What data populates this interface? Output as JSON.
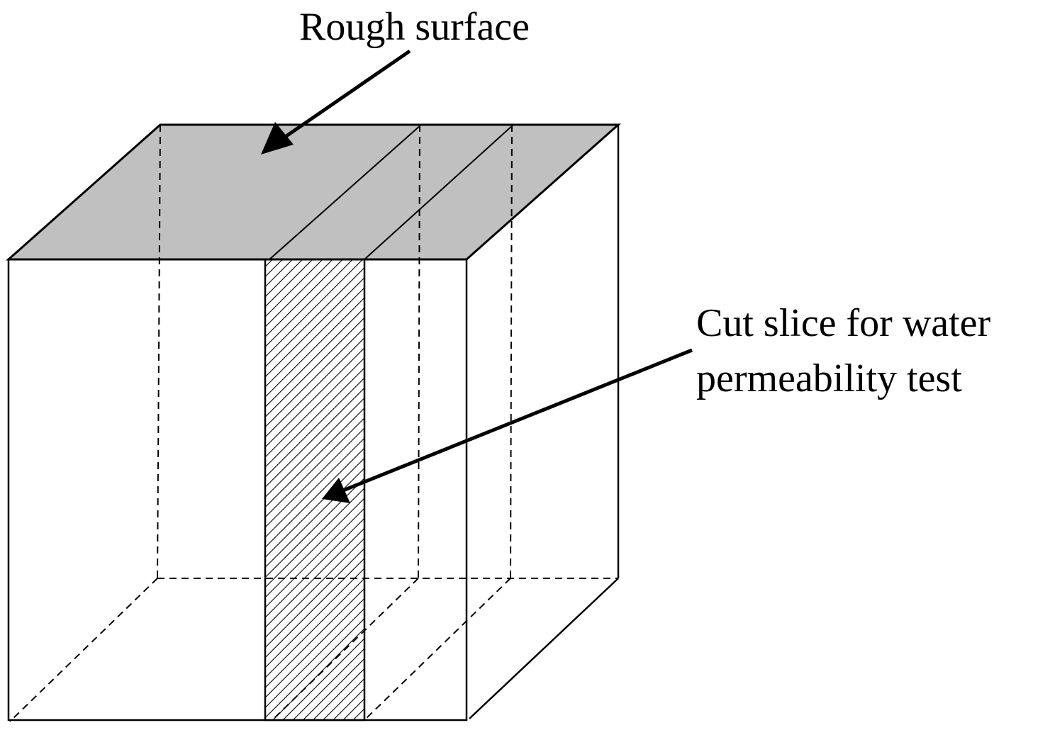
{
  "labels": {
    "rough_surface": "Rough surface",
    "cut_slice_line1": "Cut slice for water",
    "cut_slice_line2": "permeability test"
  },
  "colors": {
    "top_surface_fill": "#c0c0c0",
    "line": "#000000",
    "background": "#ffffff"
  }
}
